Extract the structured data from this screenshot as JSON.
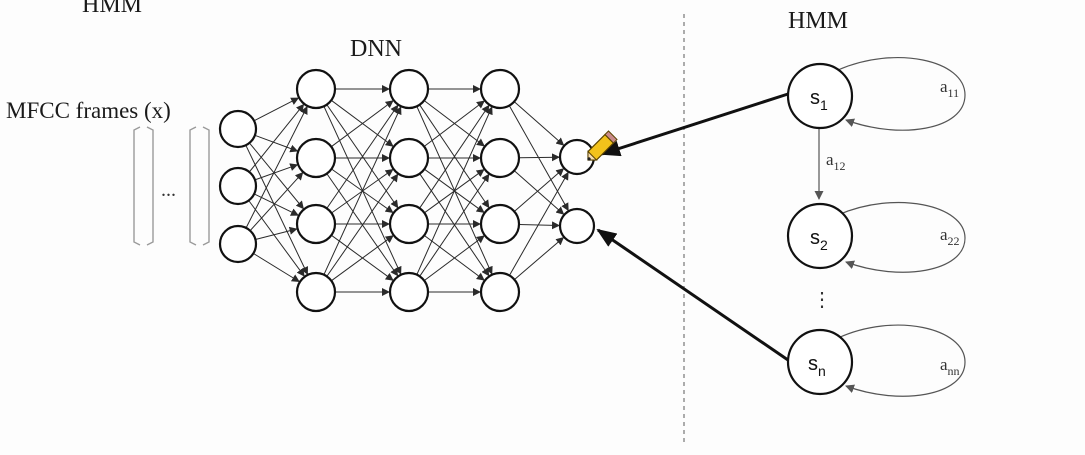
{
  "diagram": {
    "header_cut": "HMM",
    "dnn_title": "DNN",
    "hmm_title": "HMM",
    "input_label": "MFCC frames (x)",
    "input_ellipsis": "...",
    "vertical_ellipsis": "⋮",
    "states": [
      {
        "base": "s",
        "sub": "1"
      },
      {
        "base": "s",
        "sub": "2"
      },
      {
        "base": "s",
        "sub": "n"
      }
    ],
    "self_transitions": [
      {
        "base": "a",
        "sub": "11"
      },
      {
        "base": "a",
        "sub": "22"
      },
      {
        "base": "a",
        "sub": "nn"
      }
    ],
    "forward_transition": {
      "base": "a",
      "sub": "12"
    },
    "cursor_icon": "pencil-cursor-icon"
  }
}
